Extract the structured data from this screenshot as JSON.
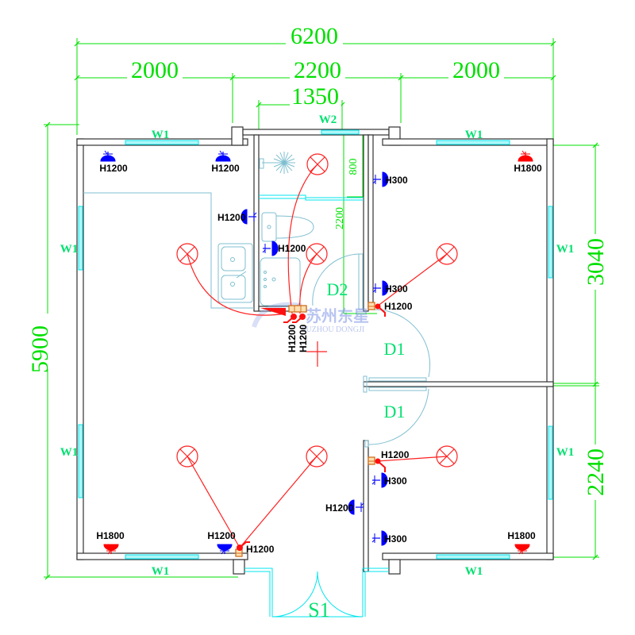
{
  "drawing": {
    "title": "Floor plan — electrical socket & lighting layout",
    "colors": {
      "dimension": "#00e000",
      "wall": "#333333",
      "window": "#00e5ee",
      "fixture": "#7fbfd0",
      "light_wiring": "#ff2020",
      "socket_low": "#0000ff",
      "socket_high": "#ff0000",
      "switch": "#d07020"
    },
    "dimensions": {
      "overall_width": "6200",
      "left_bay": "2000",
      "middle_bay": "2200",
      "right_bay": "2000",
      "bathroom_window_span": "1350",
      "overall_depth": "5900",
      "right_upper_depth": "3040",
      "right_lower_depth": "2240",
      "bathroom_inner_800": "800",
      "bathroom_inner_2200": "2200"
    },
    "windows": {
      "top_left": "W1",
      "top_bath": "W2",
      "top_right": "W1",
      "left_upper": "W1",
      "left_lower": "W1",
      "right_upper": "W1",
      "right_lower": "W1",
      "bottom_left": "W1",
      "bottom_right": "W1"
    },
    "doors": {
      "bath": "D2",
      "bedroom_upper": "D1",
      "bedroom_lower": "D1",
      "entrance": "S1"
    },
    "sockets": [
      {
        "label": "H1200",
        "room": "living",
        "type": "low"
      },
      {
        "label": "H1200",
        "room": "living",
        "type": "low"
      },
      {
        "label": "H1200",
        "room": "kitchen",
        "type": "low"
      },
      {
        "label": "H1200",
        "room": "bath",
        "type": "low"
      },
      {
        "label": "H300",
        "room": "bedroom-1",
        "type": "low"
      },
      {
        "label": "H1800",
        "room": "bedroom-1",
        "type": "high"
      },
      {
        "label": "H300",
        "room": "bedroom-1",
        "type": "low"
      },
      {
        "label": "H1200",
        "room": "bedroom-1",
        "type": "switch"
      },
      {
        "label": "H1200",
        "room": "corridor",
        "type": "switch"
      },
      {
        "label": "H1200",
        "room": "corridor",
        "type": "switch"
      },
      {
        "label": "H1200",
        "room": "bedroom-2",
        "type": "switch"
      },
      {
        "label": "H300",
        "room": "bedroom-2",
        "type": "low"
      },
      {
        "label": "H1200",
        "room": "bedroom-2",
        "type": "low"
      },
      {
        "label": "H300",
        "room": "bedroom-2",
        "type": "low"
      },
      {
        "label": "H1800",
        "room": "bedroom-2",
        "type": "high"
      },
      {
        "label": "H1800",
        "room": "living",
        "type": "high"
      },
      {
        "label": "H1200",
        "room": "living",
        "type": "low"
      },
      {
        "label": "H1200",
        "room": "living",
        "type": "switch"
      }
    ],
    "watermark": {
      "cn": "苏州东星",
      "en": "SUZHOU DONGJI"
    }
  }
}
